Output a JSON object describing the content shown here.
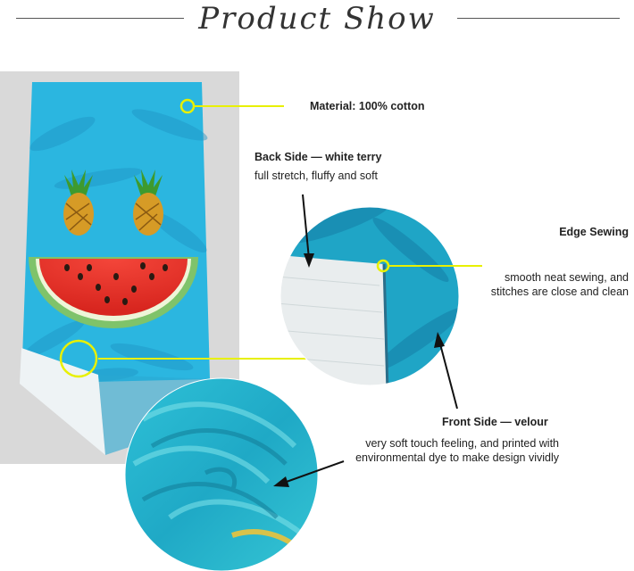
{
  "header": {
    "title": "Product Show"
  },
  "callouts": {
    "material": {
      "title": "Material: 100% cotton"
    },
    "back_side": {
      "title": "Back Side — white terry",
      "desc": "full stretch, fluffy and soft"
    },
    "edge_sewing": {
      "title": "Edge Sewing",
      "desc_line1": "smooth neat sewing, and",
      "desc_line2": "stitches are close and clean"
    },
    "front_side": {
      "title": "Front Side — velour",
      "desc_line1": "very soft touch feeling, and printed with",
      "desc_line2": "environmental dye to make design vividly"
    }
  },
  "colors": {
    "towel_blue": "#2bb6e0",
    "callout_yellow": "#e8f000",
    "arrow": "#111111"
  }
}
